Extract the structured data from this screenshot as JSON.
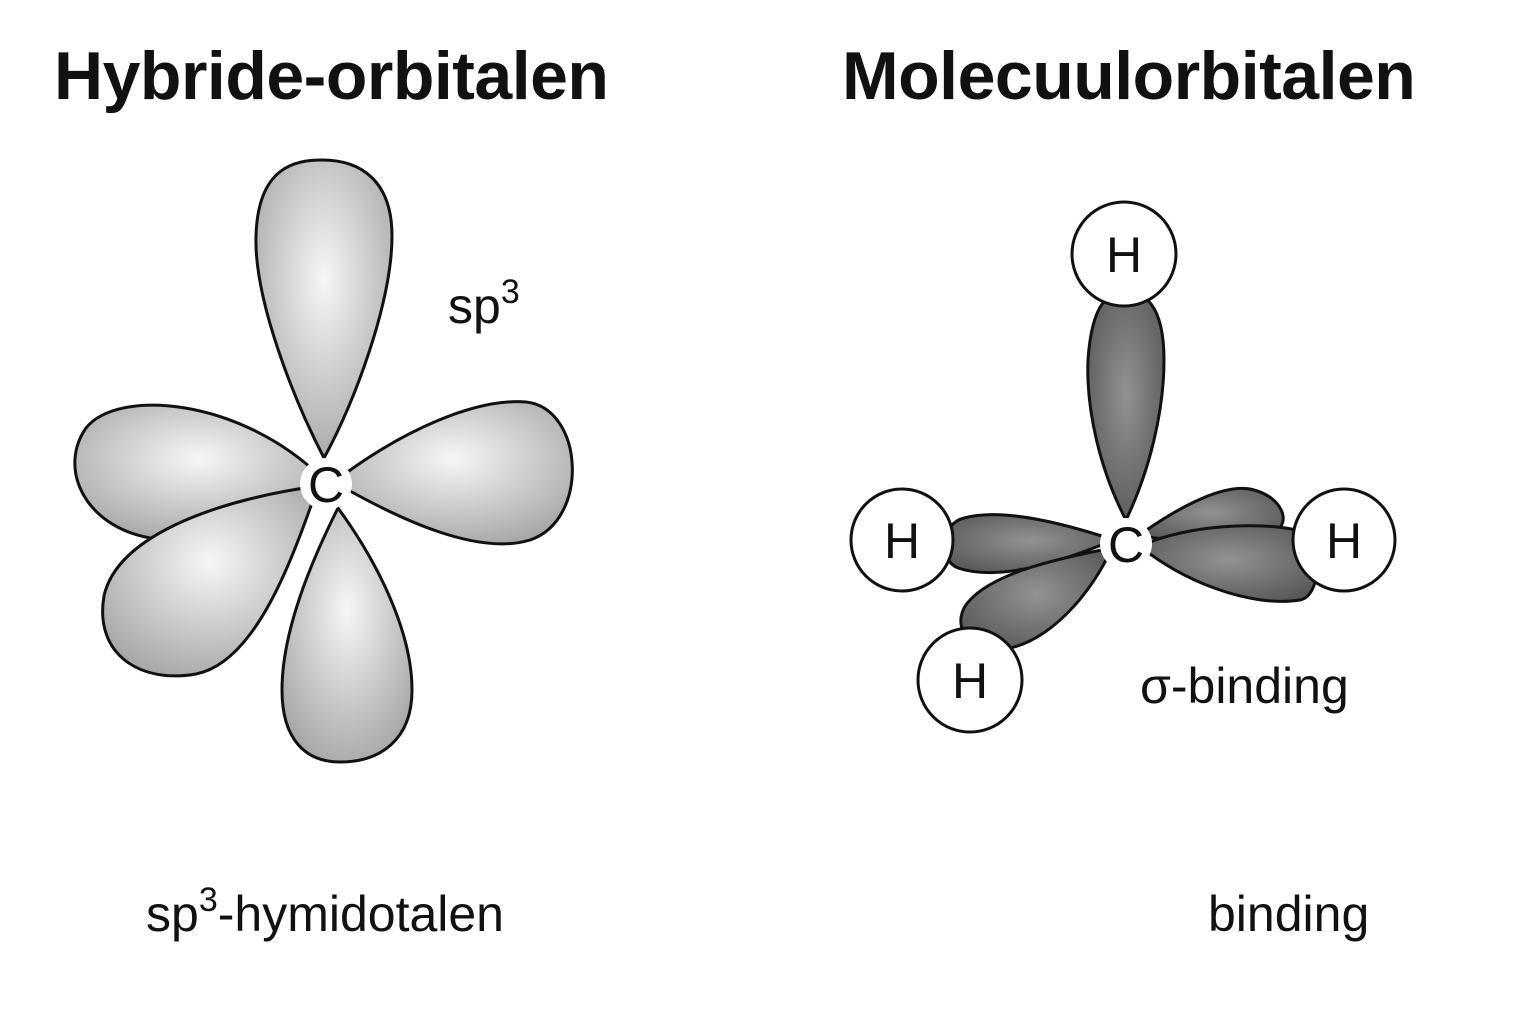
{
  "headings": {
    "left": "Hybride-orbitalen",
    "right": "Molecuulorbitalen"
  },
  "hybrid_diagram": {
    "center_atom": "C",
    "orbital_label": "sp",
    "orbital_label_sup": "3",
    "caption": "sp",
    "caption_sup": "3",
    "caption_rest": "-hymidotalen"
  },
  "molecule_diagram": {
    "center_atom": "C",
    "ligands": [
      "H",
      "H",
      "H",
      "H"
    ],
    "bond_label": "σ-binding",
    "caption": "binding"
  },
  "colors": {
    "hybrid_lobe_fill_center": "#f4f4f4",
    "hybrid_lobe_fill_edge": "#a8a8a8",
    "bond_lobe_fill_center": "#8c8c8c",
    "bond_lobe_fill_edge": "#5a5a5a",
    "outline": "#111111"
  }
}
